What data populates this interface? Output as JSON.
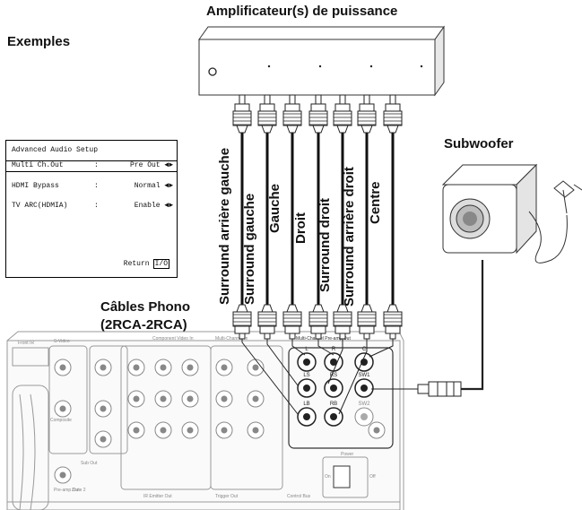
{
  "title_amplifier": "Amplificateur(s) de puissance",
  "title_examples": "Exemples",
  "title_subwoofer": "Subwoofer",
  "title_cables": "Câbles Phono\n(2RCA-2RCA)",
  "cable_labels": [
    "Surround arrière gauche",
    "Surround gauche",
    "Gauche",
    "Droit",
    "Surround droit",
    "Surround arrière droit",
    "Centre"
  ],
  "menu": {
    "title": "Advanced Audio Setup",
    "rows": [
      {
        "name": "Multi Ch.Out",
        "sep": ":",
        "value": "Pre Out ◄►"
      },
      {
        "name": "HDMI Bypass",
        "sep": ":",
        "value": "Normal ◄►"
      },
      {
        "name": "TV ARC(HDMIA)",
        "sep": ":",
        "value": "Enable ◄►"
      }
    ],
    "return_label": "Return",
    "return_key": "I/O"
  },
  "panel_labels": {
    "pre_amp_out": "Multi-Channel Pre-amp Out",
    "jack_L": "L",
    "jack_R": "R",
    "jack_C": "C",
    "jack_LS": "LS",
    "jack_RS": "RS",
    "jack_SW1": "SW1",
    "jack_LB": "LB",
    "jack_RB": "RB",
    "jack_SW2": "SW2",
    "component_video": "Component Video In",
    "multichannel_in": "Multi-Channel In",
    "svideo": "S-Video",
    "composite": "Composite",
    "power": "Power",
    "front_in": "Front IR",
    "zone2": "Zone 2",
    "ir_emitter_out": "IR Emitter Out",
    "trigger_out": "Trigger Out",
    "control_bus": "Control Bus",
    "sub_out": "Sub Out",
    "preamp_out_small": "Pre-amp Out",
    "on": "On",
    "off": "Off"
  }
}
